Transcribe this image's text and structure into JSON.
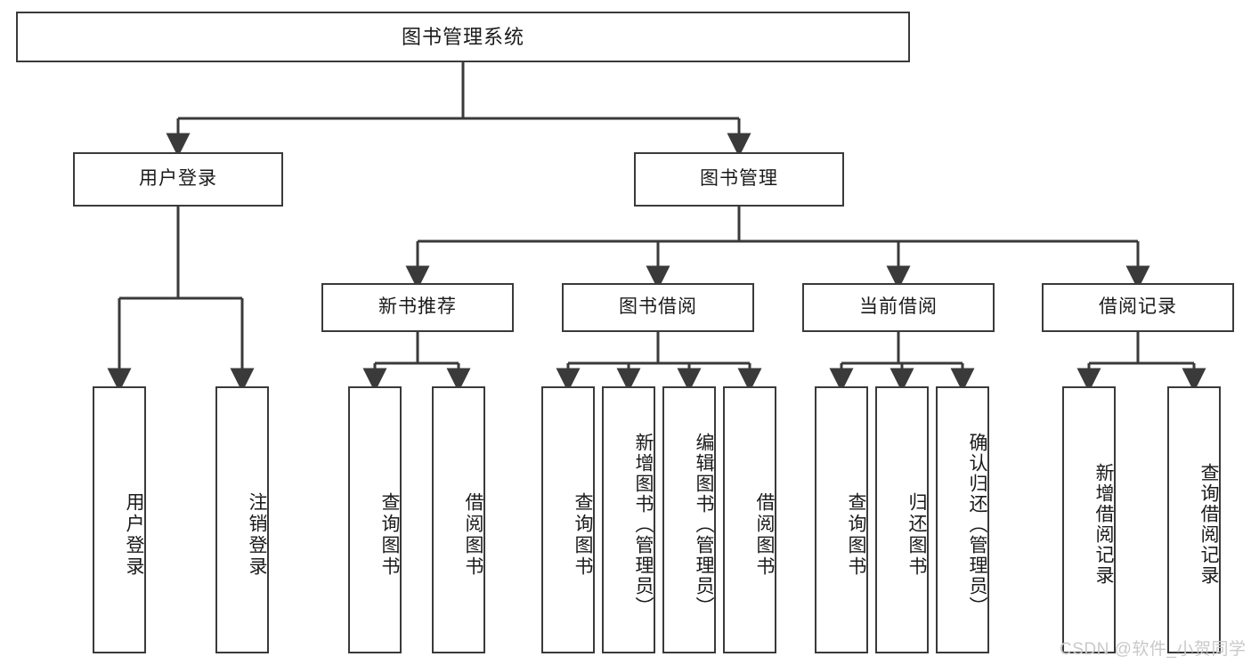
{
  "diagram": {
    "type": "tree-hierarchy-chart",
    "title_node": "图书管理系统",
    "watermark": "CSDN @软件_小贺同学",
    "colors": {
      "stroke": "#3a3a3a",
      "fill": "#ffffff",
      "text": "#1a1a1a",
      "watermark": "#c9c9c9"
    },
    "levels": {
      "level1": [
        "图书管理系统"
      ],
      "level2": [
        "用户登录",
        "图书管理"
      ],
      "level3": [
        "新书推荐",
        "图书借阅",
        "当前借阅",
        "借阅记录"
      ],
      "level4": [
        "用户登录",
        "注销登录",
        "查询图书",
        "借阅图书",
        "查询图书",
        "新增图书（管理员）",
        "编辑图书（管理员）",
        "借阅图书",
        "查询图书",
        "归还图书",
        "确认归还（管理员）",
        "新增借阅记录",
        "查询借阅记录"
      ]
    },
    "nodes": {
      "root": {
        "label": "图书管理系统"
      },
      "user_login": {
        "label": "用户登录"
      },
      "book_manage": {
        "label": "图书管理"
      },
      "new_book_rec": {
        "label": "新书推荐"
      },
      "book_borrow": {
        "label": "图书借阅"
      },
      "current_borrow": {
        "label": "当前借阅"
      },
      "borrow_record": {
        "label": "借阅记录"
      },
      "leaf_user_login": {
        "label": "用户登录"
      },
      "leaf_logout": {
        "label": "注销登录"
      },
      "leaf_query_book_1": {
        "label": "查询图书"
      },
      "leaf_borrow_book_1": {
        "label": "借阅图书"
      },
      "leaf_query_book_2": {
        "label": "查询图书"
      },
      "leaf_add_book": {
        "label": "新增图书（管理员）"
      },
      "leaf_edit_book": {
        "label": "编辑图书（管理员）"
      },
      "leaf_borrow_book_2": {
        "label": "借阅图书"
      },
      "leaf_query_book_3": {
        "label": "查询图书"
      },
      "leaf_return_book": {
        "label": "归还图书"
      },
      "leaf_confirm_return": {
        "label": "确认归还（管理员）"
      },
      "leaf_add_record": {
        "label": "新增借阅记录"
      },
      "leaf_query_record": {
        "label": "查询借阅记录"
      }
    }
  }
}
